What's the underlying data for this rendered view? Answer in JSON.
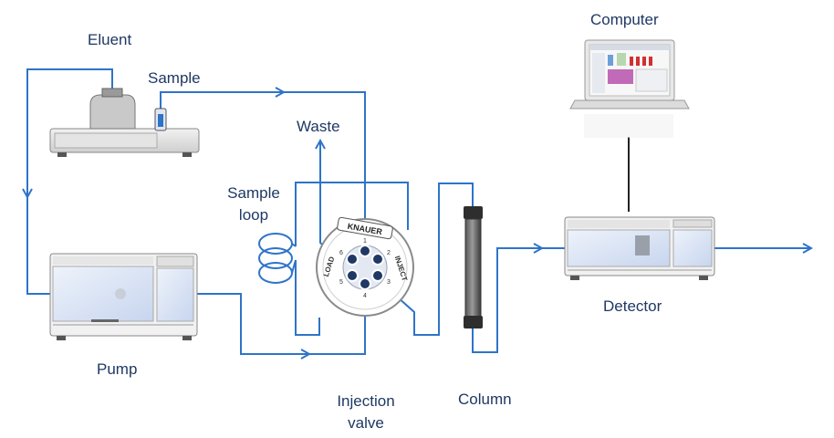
{
  "labels": {
    "eluent": "Eluent",
    "sample": "Sample",
    "waste": "Waste",
    "sample_loop_1": "Sample",
    "sample_loop_2": "loop",
    "computer": "Computer",
    "detector": "Detector",
    "pump": "Pump",
    "injection_valve_1": "Injection",
    "injection_valve_2": "valve",
    "column": "Column"
  },
  "valve": {
    "brand": "KNAUER",
    "load": "LOAD",
    "inject": "INJECT",
    "ports": [
      "1",
      "2",
      "3",
      "4",
      "5",
      "6"
    ]
  },
  "colors": {
    "flow_line": "#2e74c8",
    "label_text": "#1f3864"
  }
}
